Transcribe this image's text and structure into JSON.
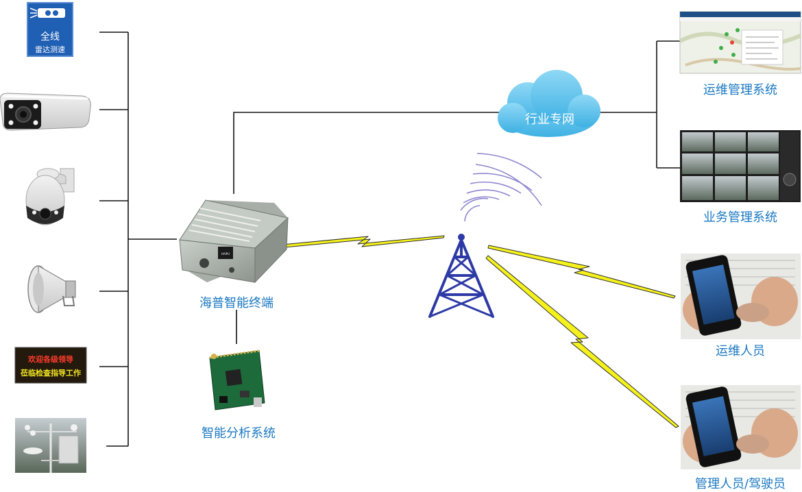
{
  "colors": {
    "line": "#111111",
    "label": "#1a78c2",
    "bolt": "#f4f11c",
    "tower": "#2d3aa6",
    "wave": "#8e86cf",
    "cloud": "#5cc2ec"
  },
  "devices": [
    {
      "icon": "radar-speed-sign-icon",
      "sign_line1": "全线",
      "sign_line2": "雷达测速"
    },
    {
      "icon": "bullet-camera-icon"
    },
    {
      "icon": "dome-camera-icon"
    },
    {
      "icon": "horn-speaker-icon"
    },
    {
      "icon": "led-display-icon",
      "led_line1": "欢迎各级领导",
      "led_line2": "莅临检查指导工作"
    },
    {
      "icon": "weather-station-icon"
    }
  ],
  "nodes": {
    "terminal": {
      "label": "海普智能终端",
      "icon": "terminal-box-icon",
      "box_text": "HAIPU"
    },
    "analysis": {
      "label": "智能分析系统",
      "icon": "circuit-board-icon"
    },
    "network": {
      "label": "行业专网",
      "icon": "cloud-icon"
    },
    "tower": {
      "icon": "radio-tower-icon"
    },
    "ops_system": {
      "label": "运维管理系统",
      "icon": "map-dashboard-icon"
    },
    "biz_system": {
      "label": "业务管理系统",
      "icon": "video-wall-icon"
    },
    "ops_staff": {
      "label": "运维人员",
      "icon": "smartphone-hand-icon"
    },
    "managers": {
      "label": "管理人员/驾驶员",
      "icon": "smartphone-hand-icon"
    }
  }
}
